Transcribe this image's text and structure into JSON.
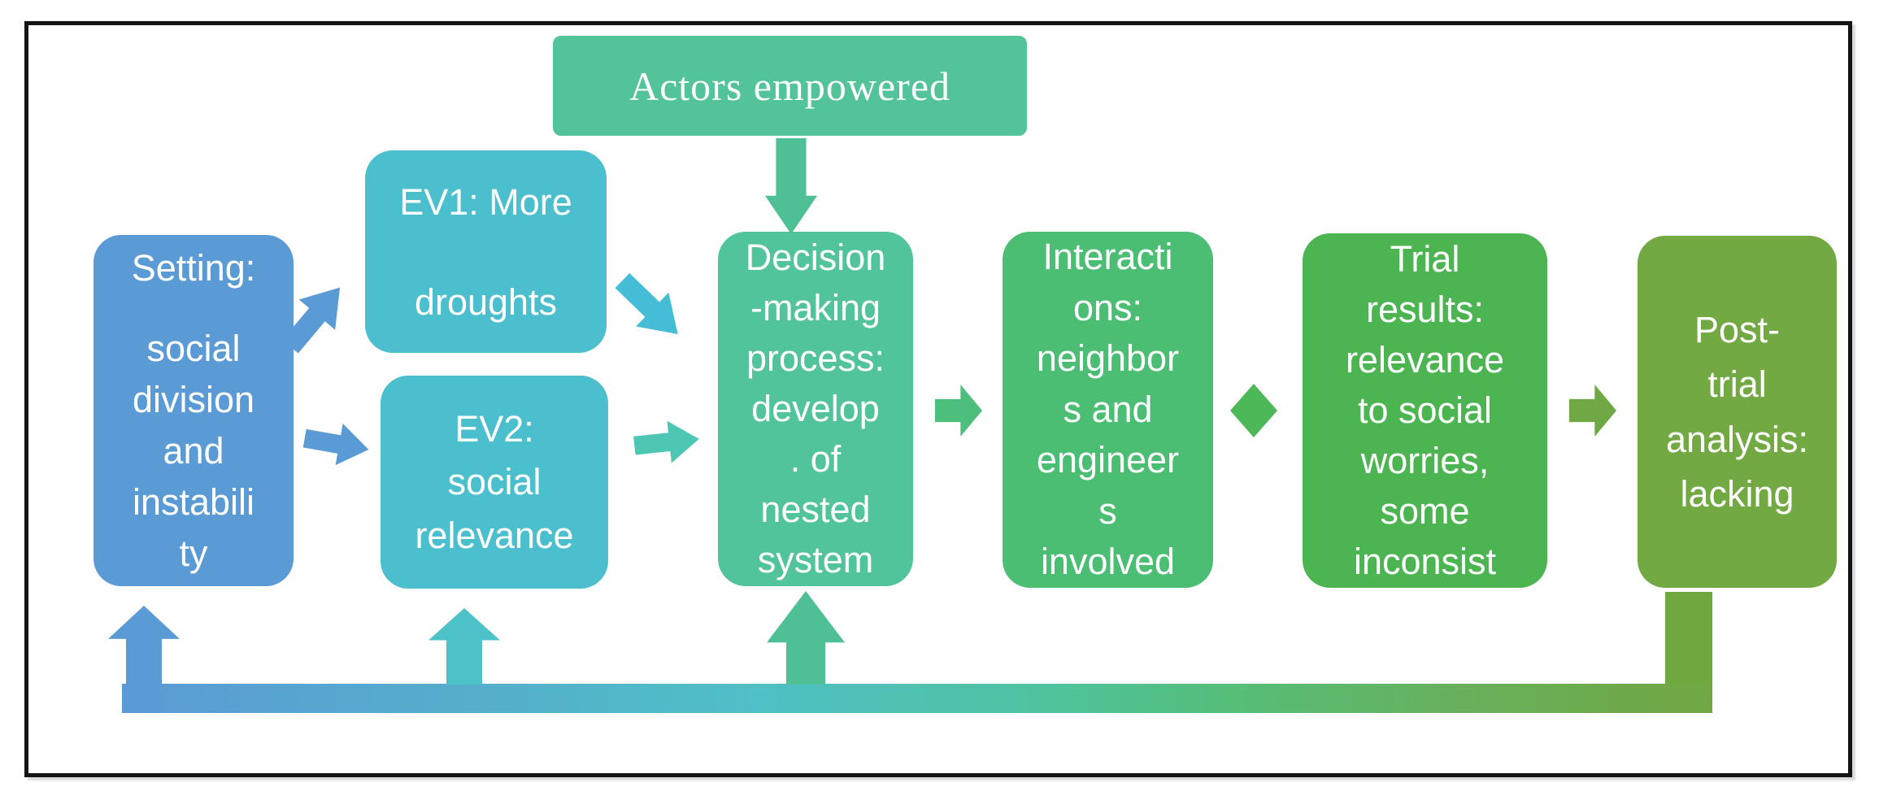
{
  "diagram": {
    "description": "Flowchart of a decision-making trial process with feedback loop",
    "nodes": {
      "actors": {
        "label": "Actors empowered"
      },
      "setting": {
        "title": "Setting:",
        "body": "social\ndivision\nand\ninstabili\nty"
      },
      "ev1": {
        "title": "EV1: More",
        "body": "droughts"
      },
      "ev2": {
        "label": "EV2:\nsocial\nrelevance"
      },
      "decision": {
        "label": "Decision\n-making\nprocess:\ndevelop\n. of\nnested\nsystem"
      },
      "interactions": {
        "label": "Interacti\nons:\nneighbor\ns and\nengineer\ns\ninvolved"
      },
      "trial": {
        "label": "Trial\nresults:\nrelevance\nto social\nworries,\nsome\ninconsist"
      },
      "posttrial": {
        "label": "Post-\ntrial\nanalysis:\nlacking"
      }
    },
    "connections": [
      {
        "from": "actors-empowered",
        "to": "decision-making-process",
        "type": "down-arrow"
      },
      {
        "from": "setting",
        "to": "ev1-more-droughts",
        "type": "arrow"
      },
      {
        "from": "setting",
        "to": "ev2-social-relevance",
        "type": "arrow"
      },
      {
        "from": "ev1-more-droughts",
        "to": "decision-making-process",
        "type": "arrow"
      },
      {
        "from": "ev2-social-relevance",
        "to": "decision-making-process",
        "type": "arrow"
      },
      {
        "from": "decision-making-process",
        "to": "interactions",
        "type": "arrow"
      },
      {
        "from": "interactions",
        "to": "trial-results",
        "type": "diamond-connector"
      },
      {
        "from": "trial-results",
        "to": "post-trial-analysis",
        "type": "arrow"
      },
      {
        "from": "post-trial-analysis",
        "to": "setting, ev2-social-relevance, decision-making-process",
        "type": "feedback-loop-bar"
      }
    ],
    "colors": {
      "setting_blue": "#5B9BD5",
      "ev_cyan": "#4CBFCE",
      "emerald_green": "#52C49C",
      "actors_green": "#53C39A",
      "interactions_green": "#4BBE74",
      "trial_green": "#4CB552",
      "posttrial_olive": "#72A943",
      "teal_arrow": "#4EC6B4",
      "cyan_arrow": "#45BDD6",
      "diamond_green": "#4CB858",
      "frame_border": "#141414",
      "text": "#FFFFFF"
    }
  }
}
